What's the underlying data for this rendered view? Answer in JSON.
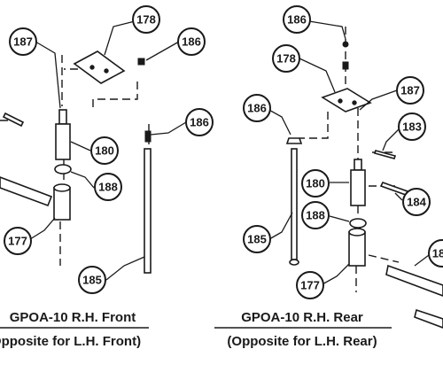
{
  "left_view": {
    "title": "GPOA-10 R.H. Front",
    "subtitle": "(Opposite for L.H. Front)",
    "callouts": {
      "c187": "187",
      "c178": "178",
      "c186a": "186",
      "c186b": "186",
      "c180": "180",
      "c188": "188",
      "c177": "177",
      "c185": "185"
    }
  },
  "right_view": {
    "title": "GPOA-10 R.H. Rear",
    "subtitle": "(Opposite for L.H. Rear)",
    "callouts": {
      "c186top": "186",
      "c178": "178",
      "c187": "187",
      "c186": "186",
      "c183": "183",
      "c180": "180",
      "c184": "184",
      "c188": "188",
      "c185": "185",
      "c177": "177",
      "c18x": "18"
    }
  },
  "colors": {
    "ink": "#1a1a1a",
    "paper": "#ffffff"
  }
}
